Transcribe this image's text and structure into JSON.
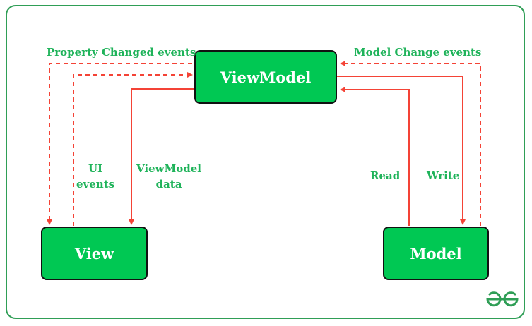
{
  "nodes": {
    "viewmodel": "ViewModel",
    "view": "View",
    "model": "Model"
  },
  "edges": {
    "property_changed": "Property Changed events",
    "model_change": "Model Change events",
    "ui_events": "UI events",
    "viewmodel_data": "ViewModel data",
    "read": "Read",
    "write": "Write"
  },
  "logo_text": "GG",
  "colors": {
    "box_fill": "#00c853",
    "box_border": "#111111",
    "arrow": "#f44336",
    "label": "#1fb35a",
    "frame": "#2f9e56"
  }
}
